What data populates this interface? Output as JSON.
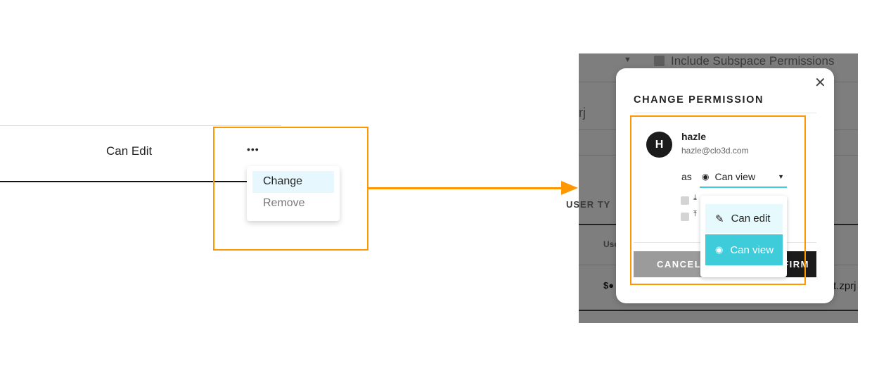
{
  "left_panel": {
    "permission_value": "Can Edit",
    "more_label": "•••",
    "menu_items": [
      {
        "label": "Change"
      },
      {
        "label": "Remove"
      }
    ]
  },
  "background": {
    "include_subspace_label": "Include Subspace Permissions",
    "file_fragment_top": "rj",
    "user_type_header": "USER TY",
    "user_fragment": "Use",
    "file_fragment_bottom": "rt.zprj"
  },
  "modal": {
    "title": "CHANGE PERMISSION",
    "user": {
      "initial": "H",
      "name": "hazle",
      "email": "hazle@clo3d.com"
    },
    "as_label": "as",
    "selected_permission": "Can view",
    "cancel_label": "CANCEL",
    "confirm_label": "CONFIRM",
    "dropdown_options": [
      {
        "label": "Can edit",
        "icon": "pencil-icon"
      },
      {
        "label": "Can view",
        "icon": "eye-icon",
        "selected": true
      }
    ]
  },
  "colors": {
    "highlight": "#ff9800",
    "accent": "#3ecbda",
    "hover": "#e6f8fd"
  }
}
